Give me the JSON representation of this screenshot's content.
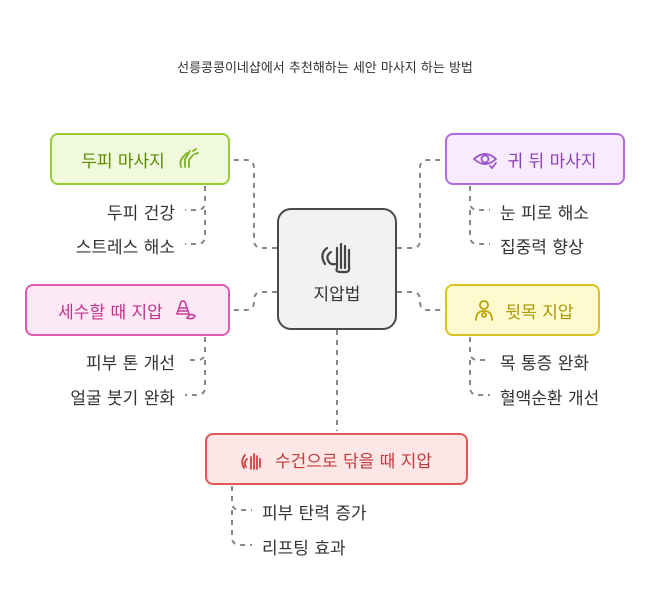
{
  "title": "선릉콩콩이네샵에서 추천해하는 세안 마사지 하는 방법",
  "center": {
    "label": "지압법",
    "icon": "hand-touch-icon"
  },
  "branches": {
    "top_left": {
      "label": "두피 마사지",
      "icon": "hand-scalp-icon",
      "items": [
        "두피 건강",
        "스트레스 해소"
      ]
    },
    "top_right": {
      "label": "귀 뒤 마사지",
      "icon": "eye-icon",
      "items": [
        "눈 피로 해소",
        "집중력 향상"
      ]
    },
    "mid_left": {
      "label": "세수할 때 지압",
      "icon": "washing-icon",
      "items": [
        "피부 톤 개선",
        "얼굴 붓기 완화"
      ]
    },
    "mid_right": {
      "label": "뒷목 지압",
      "icon": "person-neck-icon",
      "items": [
        "목 통증 완화",
        "혈액순환 개선"
      ]
    },
    "bottom": {
      "label": "수건으로 닦을 때 지압",
      "icon": "towel-hand-icon",
      "items": [
        "피부 탄력 증가",
        "리프팅 효과"
      ]
    }
  },
  "colors": {
    "top_left": "#9acd32",
    "top_right": "#b56ae0",
    "mid_left": "#e05ab4",
    "mid_right": "#d8c51f",
    "bottom": "#e05858",
    "center": "#4a4a4a"
  }
}
